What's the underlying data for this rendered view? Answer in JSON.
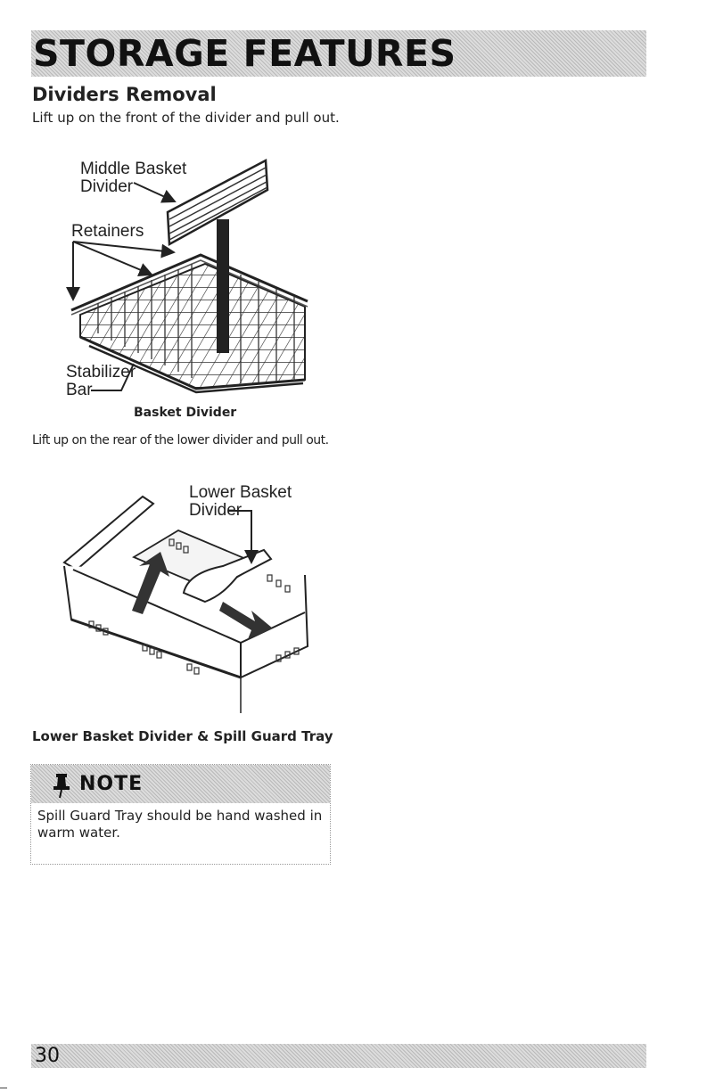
{
  "header": {
    "title": "STORAGE FEATURES"
  },
  "section": {
    "heading": "Dividers Removal",
    "step_1": "Lift up on the front of the divider and pull out.",
    "step_2": "Lift up on the rear of the lower divider and pull out."
  },
  "figure_1": {
    "callout_divider_line1": "Middle Basket",
    "callout_divider_line2": "Divider",
    "callout_retainers": "Retainers",
    "callout_stabilizer_line1": "Stabilizer",
    "callout_stabilizer_line2": "Bar",
    "caption": "Basket Divider"
  },
  "figure_2": {
    "callout_line1": "Lower Basket",
    "callout_line2": "Divider",
    "caption": "Lower Basket Divider & Spill Guard Tray"
  },
  "note": {
    "title": "NOTE",
    "text": "Spill Guard Tray should be hand washed in warm water."
  },
  "footer": {
    "page_number": "30"
  }
}
